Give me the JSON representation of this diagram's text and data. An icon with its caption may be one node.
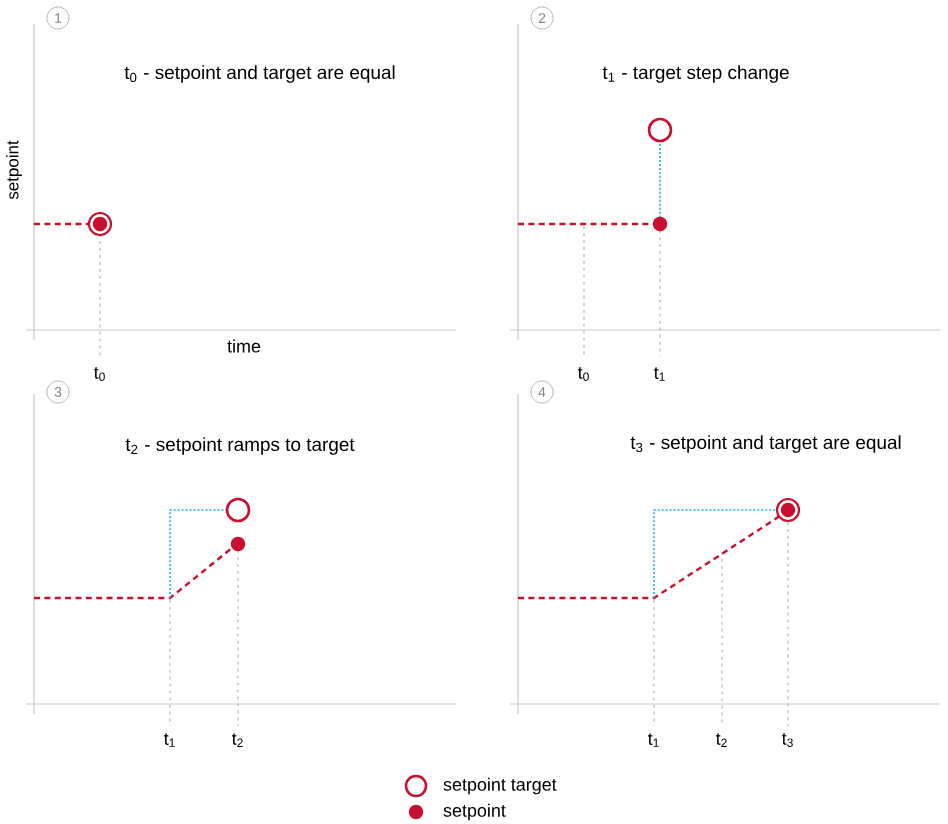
{
  "diagram": {
    "labels": [
      "1",
      "t$_{0}$ - setpoint and target are equal",
      "setpoint",
      "time",
      "t$_{0}$",
      "2",
      "t$_{1}$ - target step change",
      "t$_{0}$",
      "t$_{1}$",
      "3",
      "t$_{2}$ - setpoint ramps to target",
      "t$_{1}$",
      "t$_{2}$",
      "4",
      "t$_{3}$ - setpoint and target are equal",
      "t$_{1}$",
      "t$_{2}$",
      "t$_{3}$"
    ],
    "legend": [
      {
        "text": "setpoint target"
      },
      {
        "text": "setpoint"
      }
    ]
  }
}
